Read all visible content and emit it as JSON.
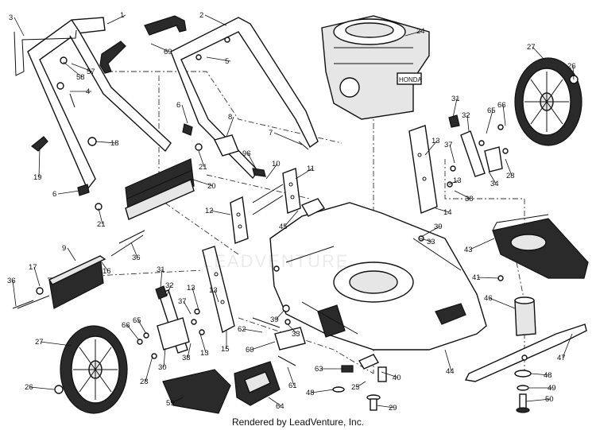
{
  "footer": {
    "credit": "Rendered by LeadVenture, Inc."
  },
  "watermark": "LEADVENTURE",
  "engine_label": "HONDA",
  "callouts": [
    "1",
    "2",
    "3",
    "4",
    "5",
    "6",
    "7",
    "8",
    "9",
    "10",
    "11",
    "12",
    "13",
    "14",
    "15",
    "16",
    "17",
    "18",
    "19",
    "20",
    "21",
    "24",
    "25",
    "26",
    "27",
    "28",
    "29",
    "30",
    "31",
    "32",
    "33",
    "34",
    "36",
    "37",
    "38",
    "39",
    "40",
    "41",
    "43",
    "44",
    "45",
    "46",
    "47",
    "48",
    "49",
    "50",
    "57",
    "58",
    "59",
    "60",
    "61",
    "62",
    "63",
    "64",
    "65",
    "66",
    "69",
    "96"
  ]
}
